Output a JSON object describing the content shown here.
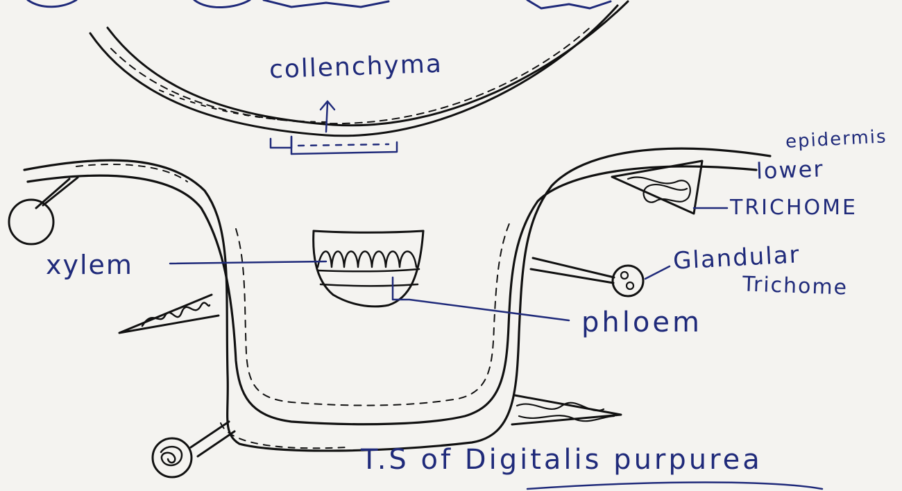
{
  "diagram": {
    "title": "T.S of Digitalis purpurea",
    "colors": {
      "paper": "#f4f3f0",
      "black_ink": "#111111",
      "blue_ink": "#1f2a7a"
    },
    "labels": {
      "collenchyma": "collenchyma",
      "epidermis": "epidermis",
      "lower": "lower",
      "trichome": "TRICHOME",
      "xylem": "xylem",
      "glandular": "Glandular",
      "glandular_trichome": "Trichome",
      "phloem": "phloem"
    }
  }
}
